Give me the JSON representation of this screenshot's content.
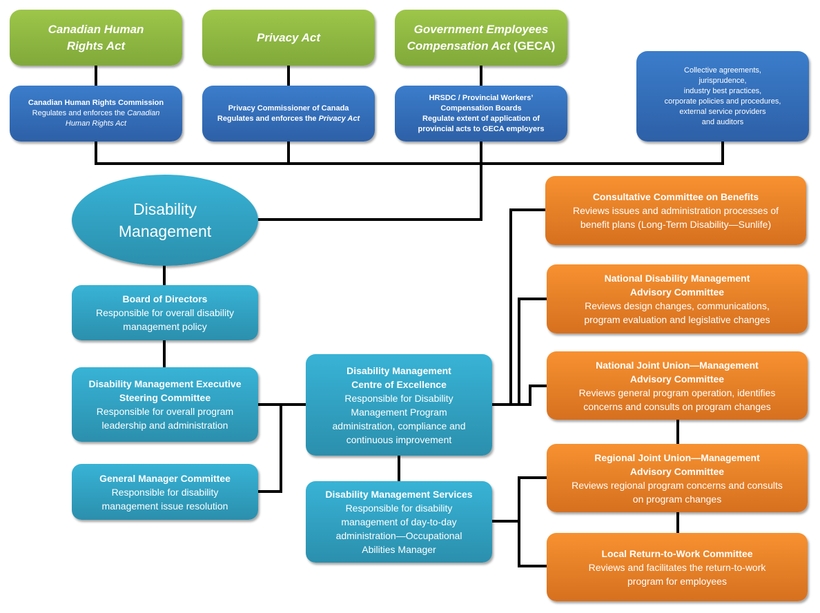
{
  "colors": {
    "law": "#8dba42",
    "regulator": "#3470bb",
    "internal": "#33a7c9",
    "committee": "#ec8228",
    "connector": "#000000"
  },
  "laws": [
    {
      "id": "chra",
      "title": "Canadian Human Rights Act"
    },
    {
      "id": "privacy",
      "title": "Privacy Act"
    },
    {
      "id": "geca",
      "title_italic_1": "Government Employees",
      "title_italic_2": "Compensation Act",
      "title_plain": "(GECA)"
    }
  ],
  "regulators": [
    {
      "id": "chrc",
      "name": "Canadian Human Rights Commission",
      "desc_plain": "Regulates and enforces the",
      "desc_italic_1": "Canadian",
      "desc_italic_2": "Human Rights Act"
    },
    {
      "id": "pcc",
      "name": "Privacy Commissioner of Canada",
      "desc_plain": "Regulates and enforces the",
      "desc_italic": "Privacy Act"
    },
    {
      "id": "hrsdc",
      "name_1": "HRSDC / Provincial Workers’",
      "name_2": "Compensation Boards",
      "desc_1": "Regulate extent of application of",
      "desc_2": "provincial acts to GECA employers"
    },
    {
      "id": "other",
      "lines": [
        "Collective agreements,",
        "jurisprudence,",
        "industry best practices,",
        "corporate policies and procedures,",
        "external service providers",
        "and auditors"
      ]
    }
  ],
  "center": {
    "line1": "Disability",
    "line2": "Management"
  },
  "internal": [
    {
      "id": "board",
      "title": "Board of Directors",
      "desc": [
        "Responsible for overall disability",
        "management policy"
      ]
    },
    {
      "id": "exec",
      "title": [
        "Disability Management Executive",
        "Steering Committee"
      ],
      "desc": [
        "Responsible for overall program",
        "leadership and administration"
      ]
    },
    {
      "id": "gm",
      "title": "General Manager Committee",
      "desc": [
        "Responsible for disability",
        "management issue resolution"
      ]
    },
    {
      "id": "coe",
      "title": [
        "Disability Management",
        "Centre of Excellence"
      ],
      "desc": [
        "Responsible for Disability",
        "Management Program",
        "administration, compliance and",
        "continuous improvement"
      ]
    },
    {
      "id": "services",
      "title": "Disability Management Services",
      "desc": [
        "Responsible for disability",
        "management of day-to-day",
        "administration—Occupational",
        "Abilities Manager"
      ]
    }
  ],
  "committees": [
    {
      "id": "ccb",
      "title": [
        "Consultative Committee on Benefits"
      ],
      "desc": [
        "Reviews issues and administration processes of",
        "benefit plans (Long-Term Disability—Sunlife)"
      ]
    },
    {
      "id": "ndmac",
      "title": [
        "National Disability Management",
        "Advisory Committee"
      ],
      "desc": [
        "Reviews design changes, communications,",
        "program evaluation and legislative changes"
      ]
    },
    {
      "id": "njumac",
      "title": [
        "National Joint Union—Management",
        "Advisory Committee"
      ],
      "desc": [
        "Reviews general program operation, identifies",
        "concerns and consults on program changes"
      ]
    },
    {
      "id": "rjumac",
      "title": [
        "Regional Joint Union—Management",
        "Advisory Committee"
      ],
      "desc": [
        "Reviews regional program concerns and consults",
        "on program changes"
      ]
    },
    {
      "id": "lrtw",
      "title": [
        "Local Return-to-Work Committee"
      ],
      "desc": [
        "Reviews and facilitates the return-to-work",
        "program for employees"
      ]
    }
  ]
}
